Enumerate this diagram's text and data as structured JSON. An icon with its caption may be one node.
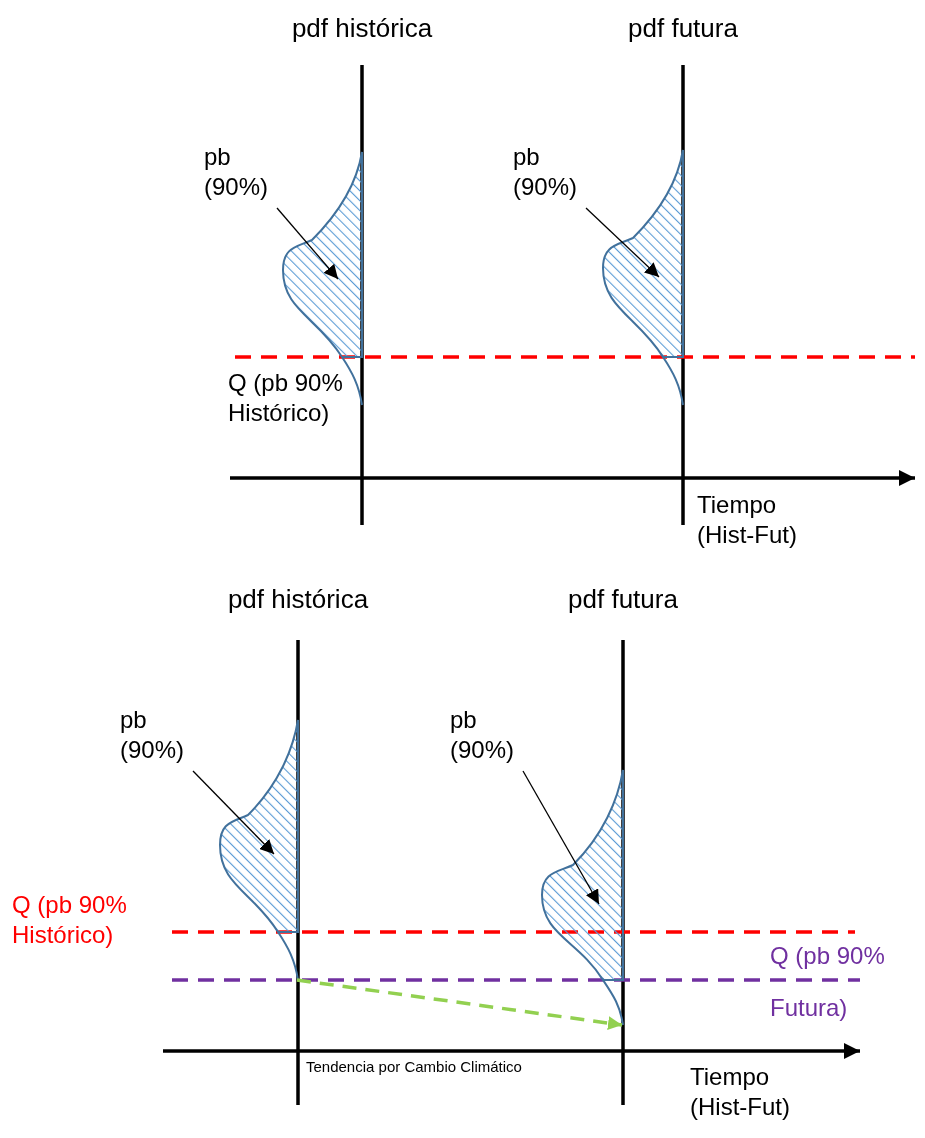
{
  "diagram": {
    "nodes": [
      {
        "text": [
          "pb (90%)"
        ]
      },
      {
        "text": [],
        "shape": "picture"
      },
      {
        "text": [
          "pb (90%)"
        ]
      },
      {
        "text": [],
        "shape": "picture"
      },
      {
        "text": [
          "pb (90%)"
        ]
      },
      {
        "text": [],
        "shape": "picture"
      },
      {
        "text": [
          "pb (90%)"
        ]
      },
      {
        "text": [],
        "shape": "picture"
      }
    ],
    "edges": [
      {
        "from": 0,
        "to": 1,
        "arrow": "to"
      },
      {
        "from": 2,
        "to": 3,
        "arrow": "to"
      },
      {
        "from": 4,
        "to": 5,
        "arrow": "to"
      },
      {
        "from": 6,
        "to": 7,
        "arrow": "to"
      },
      {
        "from": 5,
        "to": 7,
        "arrow": "to",
        "style": "dashed",
        "color": "#92d050"
      }
    ],
    "labels": [
      "pdf histórica",
      "pdf futura",
      "Q (pb 90% Histórico)",
      "Tiempo (Hist-Fut)",
      "pdf histórica",
      "pdf futura",
      "Q (pb 90% Histórico)",
      "Q (pb 90% Futura)",
      "Tendencia por Cambio Climático",
      "Tiempo (Hist-Fut)"
    ]
  }
}
